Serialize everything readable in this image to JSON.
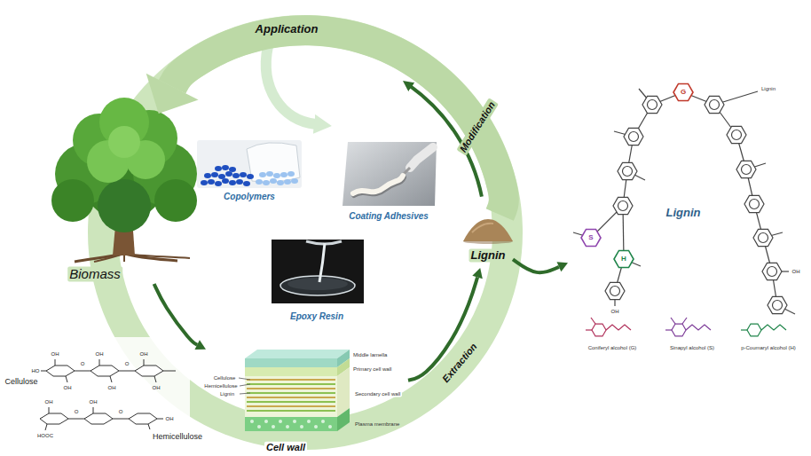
{
  "diagram": {
    "nodes": [
      {
        "text": [
          "Biomass"
        ]
      },
      {
        "text": [
          "Cell wall"
        ]
      },
      {
        "text": [
          "Lignin"
        ]
      },
      {
        "text": [
          "Lignin"
        ]
      },
      {
        "text": [
          "Copolymers"
        ]
      },
      {
        "text": [
          "Coating Adhesives"
        ]
      },
      {
        "text": [
          "Epoxy Resin"
        ]
      }
    ],
    "edges": [
      {
        "from": 0,
        "to": 1,
        "arrow": "to"
      },
      {
        "from": 1,
        "to": 2,
        "arrow": "to",
        "label": "Extraction"
      },
      {
        "from": 2,
        "to": 3,
        "arrow": "to"
      },
      {
        "from": 2,
        "to": 0,
        "arrow": "to",
        "label": "Application"
      }
    ],
    "labels": [
      "Modification",
      "Cellulose",
      "Hemicellulose",
      "Cellulose",
      "Hemicellulose",
      "Lignin",
      "Middle lamella",
      "Primary cell wall",
      "Secondary cell wall",
      "Plasma membrane",
      "Coniferyl alcohol (G)",
      "Sinapyl alcohol (S)",
      "p-Coumaryl alcohol (H)",
      "G",
      "S",
      "H",
      "Lignin",
      "HO",
      "OH",
      "OH",
      "O",
      "OH",
      "OH",
      "O",
      "OH",
      "OH",
      "OH",
      "O",
      "OH",
      "O",
      "HOOC",
      "OH",
      "OH",
      "OH"
    ]
  }
}
